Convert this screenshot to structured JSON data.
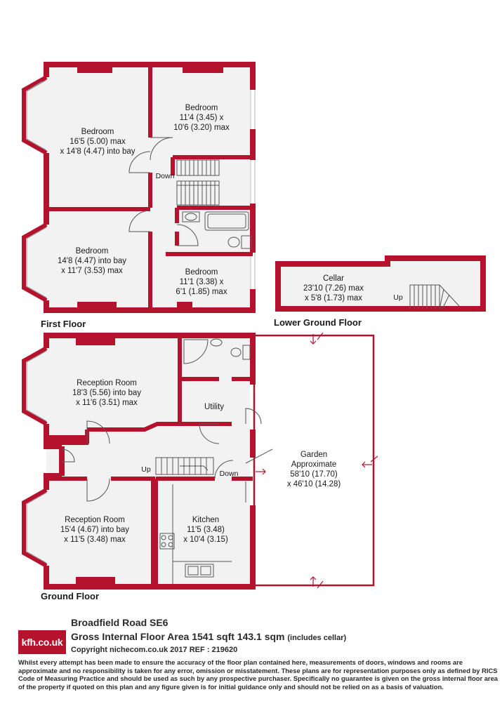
{
  "colors": {
    "wall": "#b5122e",
    "room_fill": "#f2f2f2",
    "line": "#555555"
  },
  "first_floor": {
    "title": "First Floor",
    "rooms": [
      {
        "id": "bedroom-front-large",
        "lines": [
          "Bedroom",
          "16'5 (5.00) max",
          "x 14'8 (4.47) into bay"
        ]
      },
      {
        "id": "bedroom-rear-top",
        "lines": [
          "Bedroom",
          "11'4 (3.45) x",
          "10'6 (3.20) max"
        ]
      },
      {
        "id": "bedroom-bay-lower",
        "lines": [
          "Bedroom",
          "14'8 (4.47) into bay",
          "x 11'7 (3.53) max"
        ]
      },
      {
        "id": "bedroom-small",
        "lines": [
          "Bedroom",
          "11'1 (3.38) x",
          "6'1 (1.85) max"
        ]
      }
    ],
    "stair_label": "Down"
  },
  "lower_ground_floor": {
    "title": "Lower Ground Floor",
    "rooms": [
      {
        "id": "cellar",
        "lines": [
          "Cellar",
          "23'10 (7.26) max",
          "x 5'8 (1.73) max"
        ]
      }
    ],
    "stair_label": "Up"
  },
  "ground_floor": {
    "title": "Ground Floor",
    "rooms": [
      {
        "id": "reception-front",
        "lines": [
          "Reception Room",
          "18'3 (5.56) into bay",
          "x 11'6 (3.51) max"
        ]
      },
      {
        "id": "utility",
        "lines": [
          "Utility"
        ]
      },
      {
        "id": "reception-lower",
        "lines": [
          "Reception Room",
          "15'4 (4.67) into bay",
          "x 11'5 (3.48) max"
        ]
      },
      {
        "id": "kitchen",
        "lines": [
          "Kitchen",
          "11'5 (3.48)",
          "x 10'4 (3.15)"
        ]
      },
      {
        "id": "garden",
        "lines": [
          "Garden",
          "Approximate",
          "58'10 (17.70)",
          "x 46'10 (14.28)"
        ]
      }
    ],
    "stair_up_label": "Up",
    "stair_down_label": "Down"
  },
  "footer": {
    "logo_text": "kfh.co.uk",
    "address": "Broadfield Road  SE6",
    "gia_text": "Gross Internal Floor Area 1541 sqft 143.1 sqm",
    "gia_note": "(includes cellar)",
    "copyright": "Copyright nichecom.co.uk 2017 REF : 219620",
    "disclaimer": "Whilst every attempt has been made to ensure the accuracy of the floor plan contained here, measurements of doors, windows and rooms are approximate and no responsibility is taken for any error, omission or misstatement.  These plans are for representation purposes only as defined by RICS Code of Measuring Practice and should be used as such by any prospective purchaser.  Specifically no guarantee is given on the gross internal floor area of the property if quoted on this plan and any figure given is for initial guidance only and should not be relied on as a basis of valuation."
  }
}
